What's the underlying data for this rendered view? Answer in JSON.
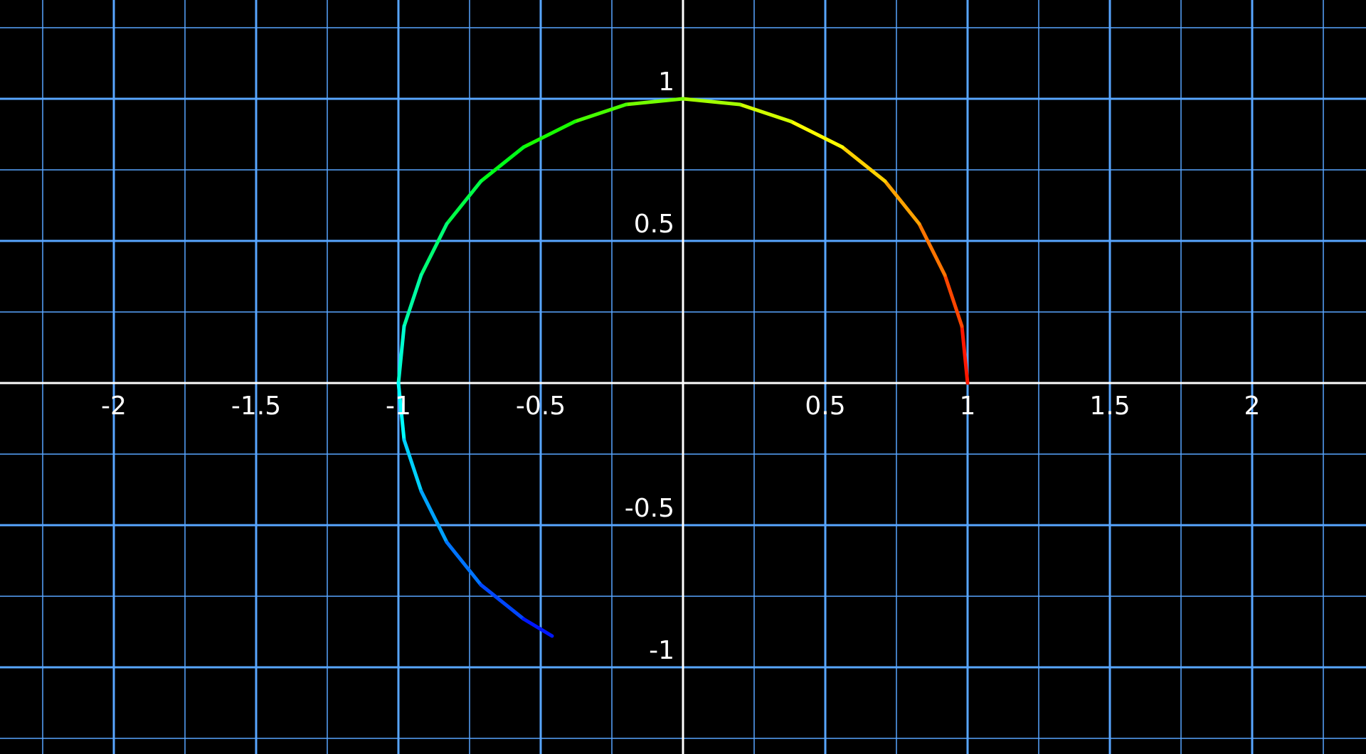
{
  "chart_data": {
    "type": "line",
    "title": "",
    "xlabel": "",
    "ylabel": "",
    "xlim": [
      -2.4,
      2.4
    ],
    "ylim": [
      -1.3,
      1.35
    ],
    "grid": true,
    "background_color": "#000000",
    "grid_color": "#58a6ff",
    "axis_color": "#ffffff",
    "label_color": "#ffffff",
    "x_tick_labels": [
      "-2",
      "-1.5",
      "-1",
      "-0.5",
      "0.5",
      "1",
      "1.5",
      "2"
    ],
    "y_tick_labels": [
      "1",
      "0.5",
      "-0.5",
      "-1"
    ],
    "series": [
      {
        "description": "Unit circle arc from (1, 0) counterclockwise to (-0.46, -0.89), colored by hue along the path (red → yellow → green → cyan → blue)",
        "color_gradient": [
          "#ff0000",
          "#ffff00",
          "#00ff00",
          "#00ffff",
          "#0000ff"
        ],
        "x": [
          1.0,
          0.98,
          0.92,
          0.83,
          0.71,
          0.56,
          0.38,
          0.2,
          0.0,
          -0.2,
          -0.38,
          -0.56,
          -0.71,
          -0.83,
          -0.92,
          -0.98,
          -1.0,
          -0.98,
          -0.92,
          -0.83,
          -0.71,
          -0.56,
          -0.46
        ],
        "y": [
          0.0,
          0.2,
          0.38,
          0.56,
          0.71,
          0.83,
          0.92,
          0.98,
          1.0,
          0.98,
          0.92,
          0.83,
          0.71,
          0.56,
          0.38,
          0.2,
          0.0,
          -0.2,
          -0.38,
          -0.56,
          -0.71,
          -0.83,
          -0.89
        ]
      }
    ]
  }
}
